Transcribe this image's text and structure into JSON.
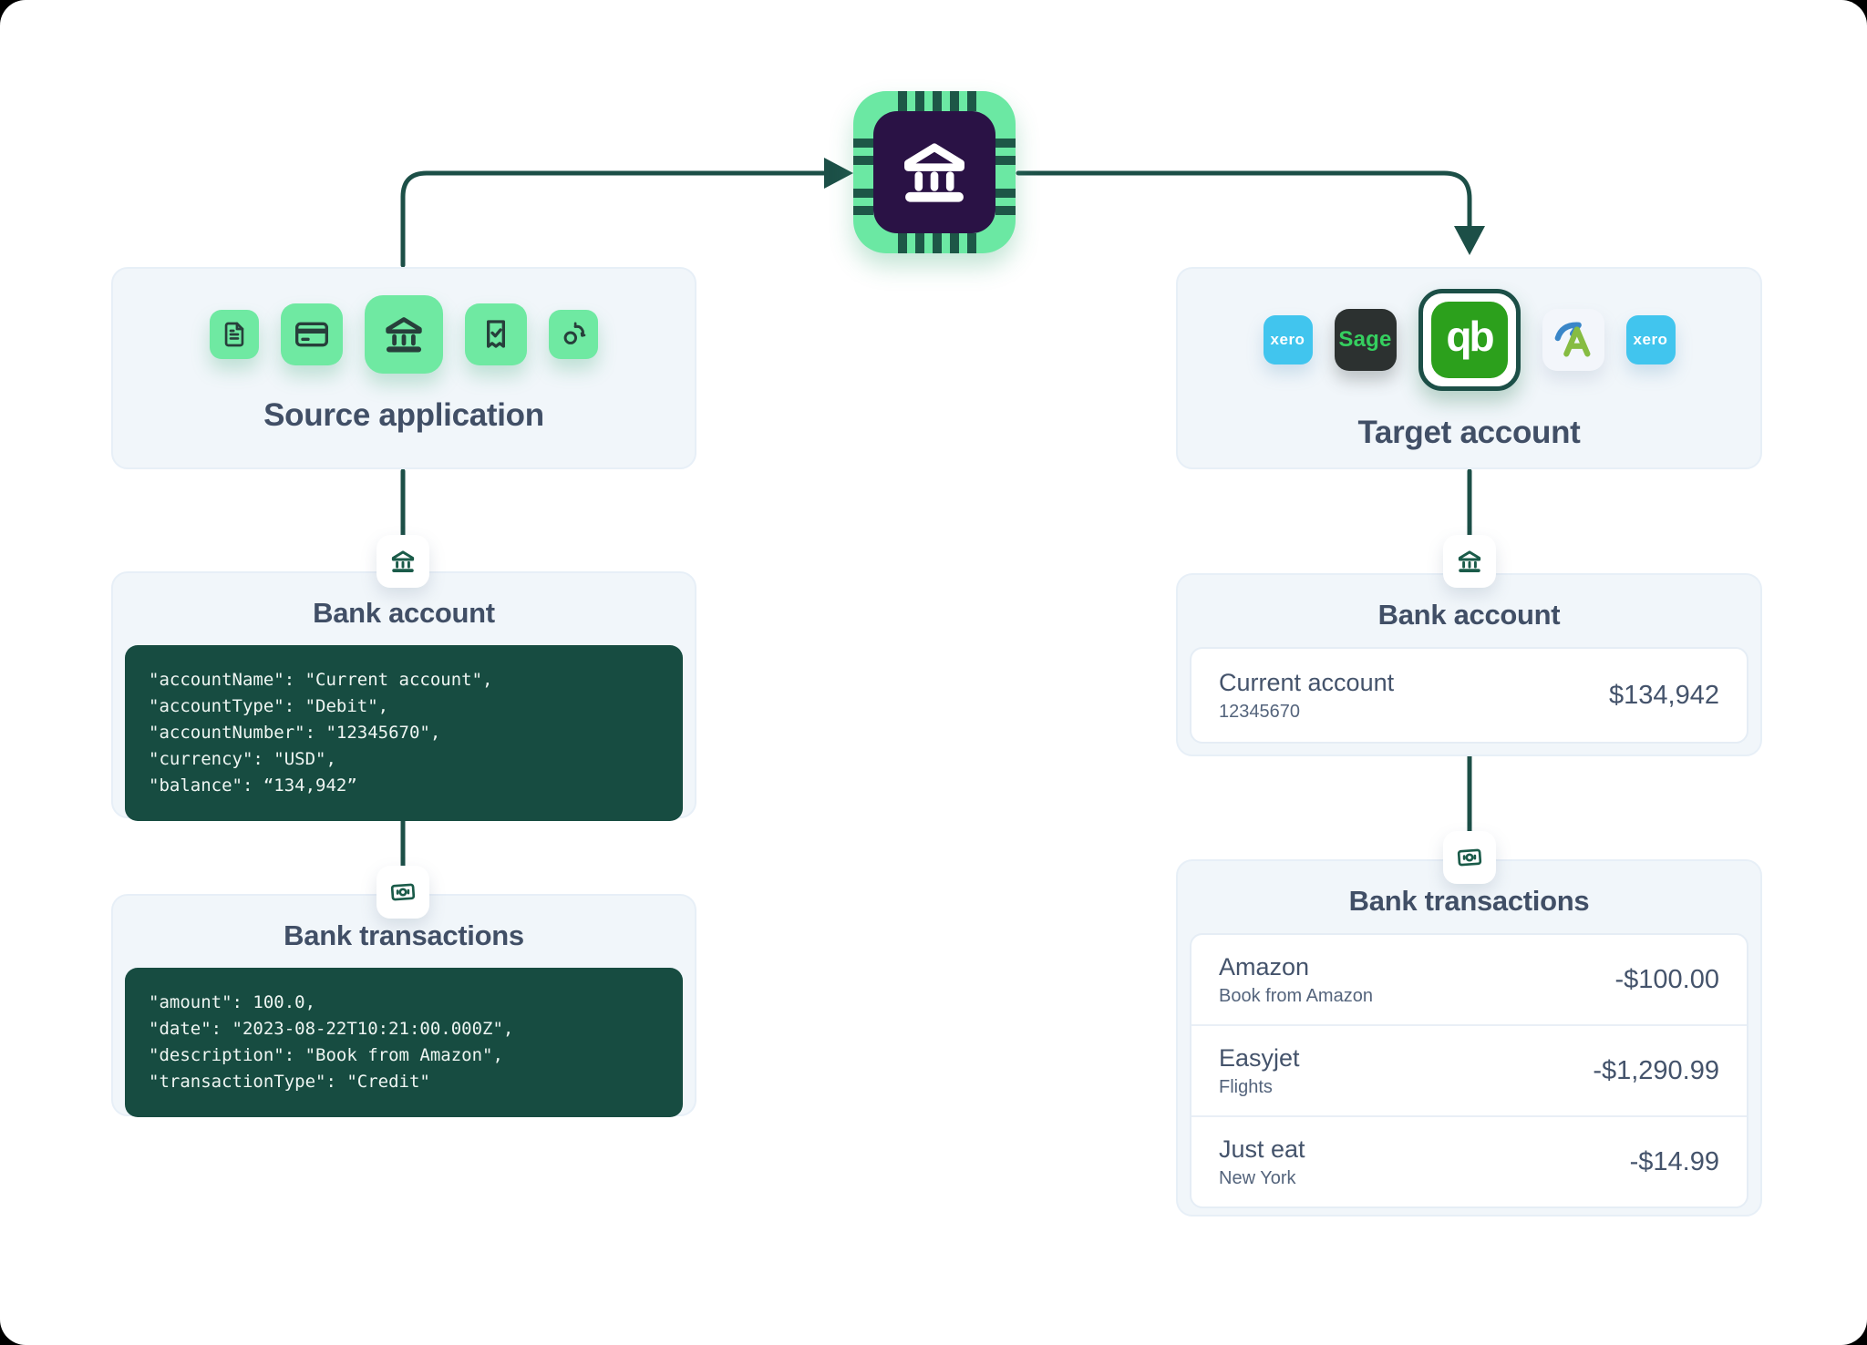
{
  "hub": {
    "icon": "bank-chip-icon"
  },
  "source_panel": {
    "label": "Source application",
    "icons": [
      "invoice-icon",
      "credit-card-icon",
      "bank-icon",
      "receipt-check-icon",
      "sync-icon"
    ]
  },
  "target_panel": {
    "label": "Target account",
    "apps": [
      {
        "name": "xero",
        "label": "xero",
        "bg": "#41c5ee",
        "fg": "#ffffff"
      },
      {
        "name": "sage",
        "label": "Sage",
        "bg": "#2c3130",
        "fg": "#35cf5f"
      },
      {
        "name": "quickbooks",
        "label": "qb",
        "bg": "#2ca01c",
        "fg": "#ffffff"
      },
      {
        "name": "freeagent",
        "label": "A",
        "bg": "#f3f6fb",
        "fg": "#86bc42"
      },
      {
        "name": "xero",
        "label": "xero",
        "bg": "#41c5ee",
        "fg": "#ffffff"
      }
    ]
  },
  "left_bank_account": {
    "title": "Bank account",
    "code": [
      "\"accountName\": \"Current account\",",
      "\"accountType\": \"Debit\",",
      "\"accountNumber\": \"12345670\",",
      "\"currency\": \"USD\",",
      "\"balance\": “134,942”"
    ]
  },
  "left_bank_transactions": {
    "title": "Bank transactions",
    "code": [
      "\"amount\": 100.0,",
      "\"date\": \"2023-08-22T10:21:00.000Z\",",
      "\"description\": \"Book from Amazon\",",
      "\"transactionType\": \"Credit\""
    ]
  },
  "right_bank_account": {
    "title": "Bank account",
    "account_name": "Current account",
    "account_number": "12345670",
    "balance": "$134,942"
  },
  "right_bank_transactions": {
    "title": "Bank transactions",
    "rows": [
      {
        "name": "Amazon",
        "description": "Book from Amazon",
        "amount": "-$100.00"
      },
      {
        "name": "Easyjet",
        "description": "Flights",
        "amount": "-$1,290.99"
      },
      {
        "name": "Just eat",
        "description": "New York",
        "amount": "-$14.99"
      }
    ]
  },
  "colors": {
    "arrow": "#1c4f47",
    "code_background": "#174c41",
    "tile_green": "#6fe9a2",
    "panel_background": "#f1f6fa",
    "heading_text": "#414f66"
  }
}
